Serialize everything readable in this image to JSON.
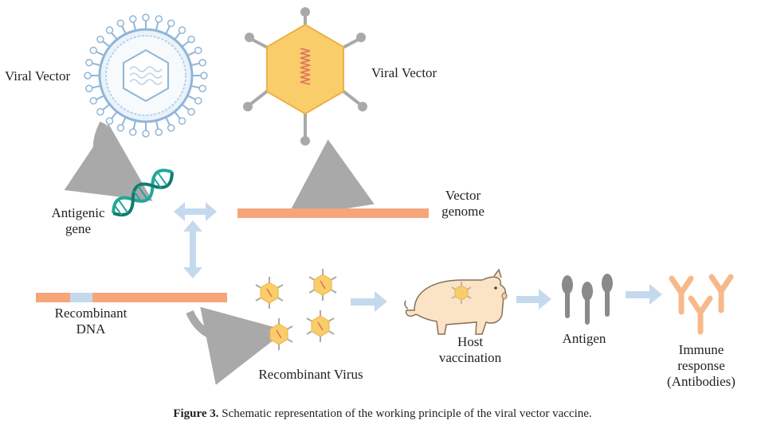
{
  "labels": {
    "viral_vector_left": "Viral Vector",
    "viral_vector_right": "Viral Vector",
    "antigenic_gene_1": "Antigenic",
    "antigenic_gene_2": "gene",
    "vector_genome_1": "Vector",
    "vector_genome_2": "genome",
    "recombinant_dna_1": "Recombinant",
    "recombinant_dna_2": "DNA",
    "recombinant_virus": "Recombinant Virus",
    "host_vaccination_1": "Host",
    "host_vaccination_2": "vaccination",
    "antigen": "Antigen",
    "immune_response_1": "Immune",
    "immune_response_2": "response",
    "immune_response_3": "(Antibodies)"
  },
  "caption": {
    "label": "Figure 3.",
    "text": " Schematic representation of the working principle of the viral vector vaccine."
  },
  "colors": {
    "genome_orange": "#f6a57a",
    "arrow_blue": "#c5d9ee",
    "arrow_gray": "#a9a9a9",
    "capsid_yellow": "#f9cd6a",
    "capsid_stroke": "#eab14a",
    "dna_teal": "#1fa79a",
    "pig": "#fbe3c6",
    "pig_stroke": "#8a6f55",
    "antigen_gray": "#8a8a8a",
    "antibody_orange": "#f7b98a",
    "envelope_blue": "#8fb6d8"
  }
}
